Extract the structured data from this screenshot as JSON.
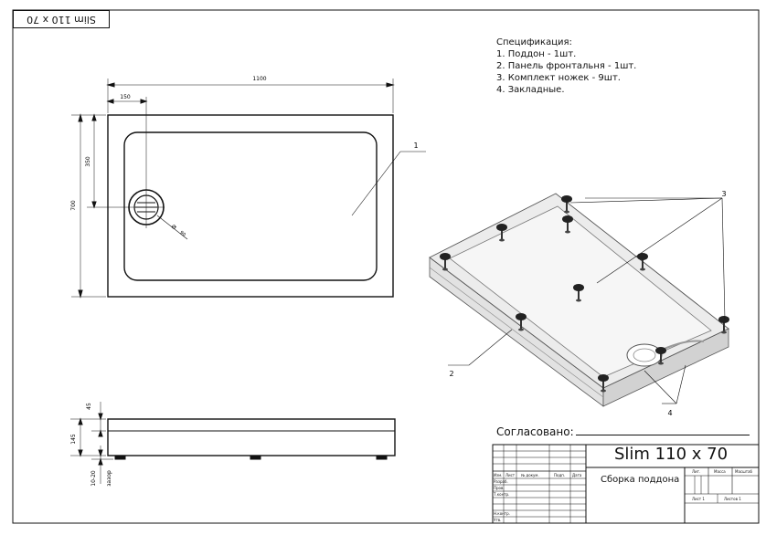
{
  "stamp": {
    "rotated_text": "Slim 110 x 70"
  },
  "specification": {
    "heading": "Спецификация:",
    "items": [
      "1. Поддон - 1шт.",
      "2. Панель фронтальня - 1шт.",
      "3. Комплект ножек - 9шт.",
      "4. Закладные."
    ]
  },
  "top_view": {
    "dim_length": "1100",
    "dim_drain_offset": "150",
    "dim_width": "700",
    "dim_drain_y": "350",
    "dim_drain_diameter": "90",
    "callout_tray": "1"
  },
  "side_view": {
    "dim_45": "45",
    "dim_145": "145",
    "dim_gap": "10-20",
    "gap_label": "зазор"
  },
  "iso_view": {
    "callout_panel": "2",
    "callout_legs": "3",
    "callout_inserts": "4"
  },
  "title_block": {
    "agreed_label": "Согласовано:",
    "product_name": "Slim 110 x 70",
    "drawing_title": "Сборка поддона",
    "col_izm": "Изм.",
    "col_list": "Лист",
    "col_doc": "№ докум.",
    "col_sign": "Подп.",
    "col_date": "Дата",
    "row_razrab": "Разраб.",
    "row_prov": "Пров.",
    "row_tkontr": "Т.контр.",
    "row_nkontr": "Н.контр.",
    "row_utv": "Утв.",
    "lit": "Лит.",
    "massa": "Масса",
    "masshtab": "Масштаб",
    "sheet_label": "Лист 1",
    "sheets_label": "Листов 1"
  }
}
